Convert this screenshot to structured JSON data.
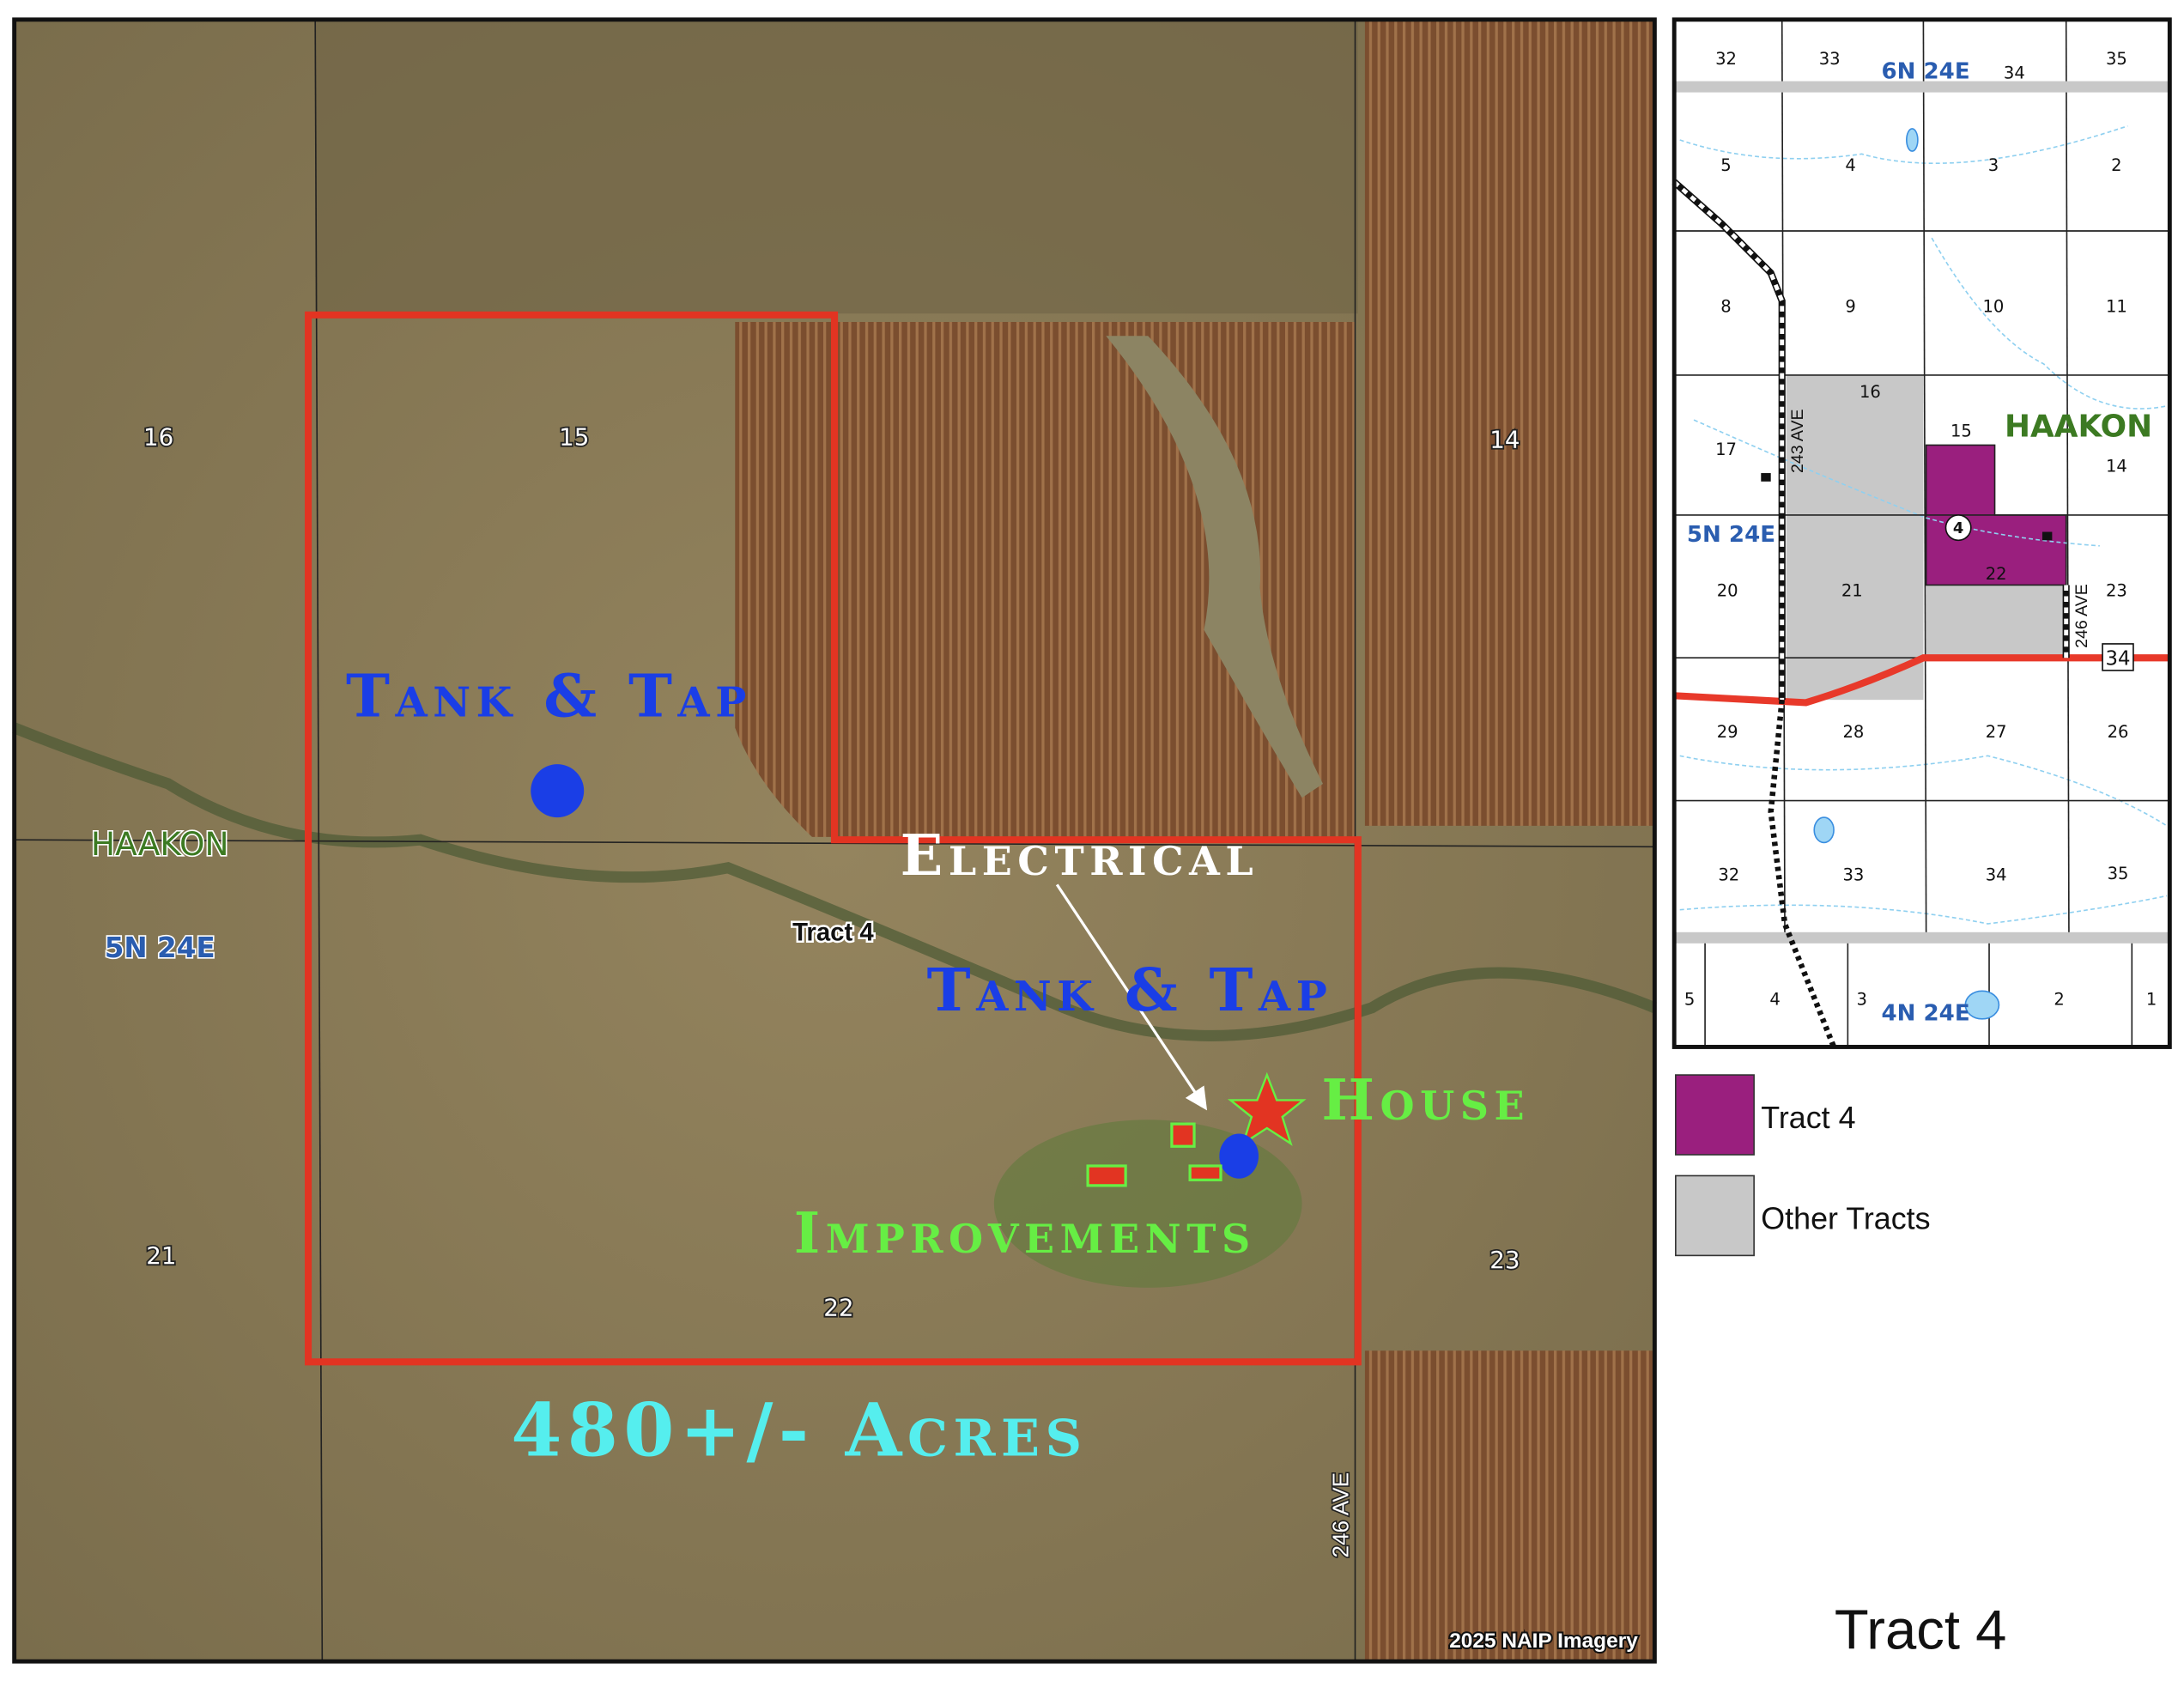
{
  "main_map": {
    "sections": [
      "16",
      "15",
      "14",
      "21",
      "22",
      "23"
    ],
    "county_label": "HAAKON",
    "township_label": "5N 24E",
    "tract_label": "Tract 4",
    "road_label": "246 AVE",
    "imagery_credit": "2025 NAIP Imagery",
    "annotations": {
      "tank_tap_1": "Tank & Tap",
      "tank_tap_2": "Tank & Tap",
      "electrical": "Electrical",
      "house": "House",
      "improvements": "Improvements",
      "acreage": "480+/- Acres"
    }
  },
  "inset_map": {
    "township_north": "6N 24E",
    "township_center": "5N 24E",
    "township_south": "4N 24E",
    "county_label": "HAAKON",
    "road_243": "243 AVE",
    "road_246": "246 AVE",
    "highway_shield": "34",
    "tract_marker": "4",
    "sections": {
      "row0": [
        "32",
        "33",
        "34",
        "35"
      ],
      "row1": [
        "5",
        "4",
        "3",
        "2"
      ],
      "row2": [
        "8",
        "9",
        "10",
        "11"
      ],
      "row3": [
        "17",
        "16",
        "15",
        "14"
      ],
      "row4": [
        "20",
        "21",
        "22",
        "23"
      ],
      "row5": [
        "29",
        "28",
        "27",
        "26"
      ],
      "row6": [
        "32",
        "33",
        "34",
        "35"
      ],
      "row7": [
        "5",
        "4",
        "3",
        "2",
        "1"
      ]
    }
  },
  "legend": {
    "items": [
      {
        "label": "Tract 4",
        "color": "#9a1f7e"
      },
      {
        "label": "Other Tracts",
        "color": "#c8c8c8"
      }
    ]
  },
  "title": "Tract 4",
  "colors": {
    "boundary": "#e23422",
    "tank_blue": "#1a3ee6",
    "green_text": "#66ee44",
    "cyan_text": "#55eeee",
    "highway": "#e8392a"
  }
}
